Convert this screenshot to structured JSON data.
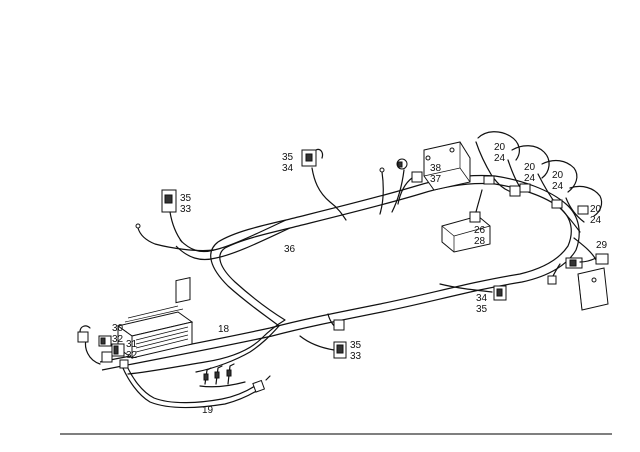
{
  "callouts": [
    {
      "id": "c-35-34-top",
      "lines": [
        "35",
        "34"
      ]
    },
    {
      "id": "c-35-33-left",
      "lines": [
        "35",
        "33"
      ]
    },
    {
      "id": "c-36",
      "lines": [
        "36"
      ]
    },
    {
      "id": "c-38-37",
      "lines": [
        "38",
        "37"
      ]
    },
    {
      "id": "c-26-28",
      "lines": [
        "26",
        "28"
      ]
    },
    {
      "id": "c-20-24-a",
      "lines": [
        "20",
        "24"
      ]
    },
    {
      "id": "c-20-24-b",
      "lines": [
        "20",
        "24"
      ]
    },
    {
      "id": "c-20-24-c",
      "lines": [
        "20",
        "24"
      ]
    },
    {
      "id": "c-29",
      "lines": [
        "29"
      ]
    },
    {
      "id": "c-34-35-right",
      "lines": [
        "34",
        "35"
      ]
    },
    {
      "id": "c-35-33-bottom",
      "lines": [
        "35",
        "33"
      ]
    },
    {
      "id": "c-30-32",
      "lines": [
        "30",
        "32"
      ]
    },
    {
      "id": "c-31-32",
      "lines": [
        "31",
        "32"
      ]
    },
    {
      "id": "c-18",
      "lines": [
        "18"
      ]
    },
    {
      "id": "c-19",
      "lines": [
        "19"
      ]
    }
  ]
}
